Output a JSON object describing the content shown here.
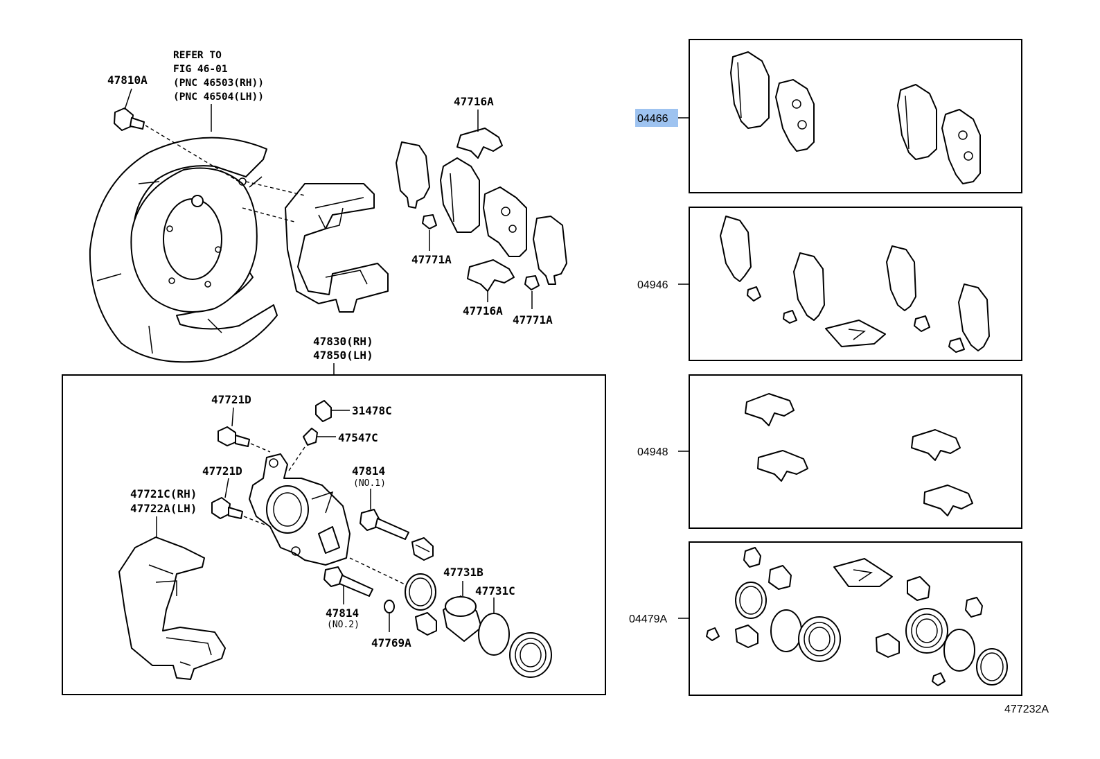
{
  "diagram_code": "477232A",
  "refer_note": {
    "line1": "REFER TO",
    "line2": "FIG 46-01",
    "line3": "(PNC 46503(RH))",
    "line4": "(PNC 46504(LH))"
  },
  "labels": {
    "p47810A": "47810A",
    "p47716A_top": "47716A",
    "p47771A_left": "47771A",
    "p47716A_bottom": "47716A",
    "p47771A_right": "47771A",
    "p47830": "47830(RH)",
    "p47850": "47850(LH)",
    "p47721D_top": "47721D",
    "p31478C": "31478C",
    "p47547C": "47547C",
    "p47721D_mid": "47721D",
    "p47814_no1": "47814",
    "no1": "(NO.1)",
    "p47721C": "47721C(RH)",
    "p47722A": "47722A(LH)",
    "p47731B": "47731B",
    "p47731C": "47731C",
    "p47814_no2": "47814",
    "no2": "(NO.2)",
    "p47769A": "47769A"
  },
  "kits": [
    {
      "code": "04466",
      "selected": true
    },
    {
      "code": "04946",
      "selected": false
    },
    {
      "code": "04948",
      "selected": false
    },
    {
      "code": "04479A",
      "selected": false
    }
  ],
  "colors": {
    "selection_highlight": "#9ec3f0",
    "line": "#000000",
    "background": "#ffffff"
  }
}
